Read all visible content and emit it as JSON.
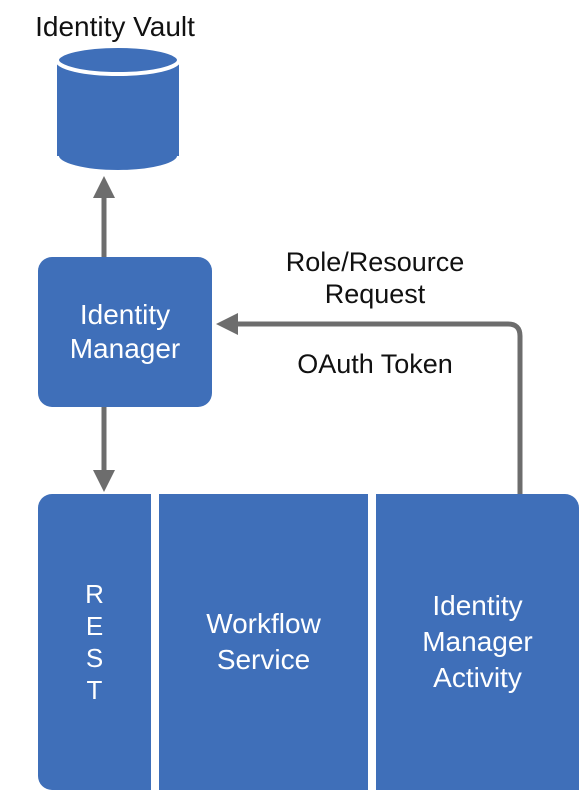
{
  "identity_vault": {
    "title": "Identity Vault"
  },
  "identity_manager": {
    "line1": "Identity",
    "line2": "Manager"
  },
  "request_label": {
    "line1": "Role/Resource",
    "line2": "Request"
  },
  "token_label": "OAuth Token",
  "rest": {
    "letters": [
      "R",
      "E",
      "S",
      "T"
    ]
  },
  "workflow_service": {
    "line1": "Workflow",
    "line2": "Service"
  },
  "identity_manager_activity": {
    "line1": "Identity",
    "line2": "Manager",
    "line3": "Activity"
  },
  "colors": {
    "box_fill": "#3f6fb9",
    "arrow": "#6d6d6d",
    "text_on_box": "#ffffff"
  }
}
